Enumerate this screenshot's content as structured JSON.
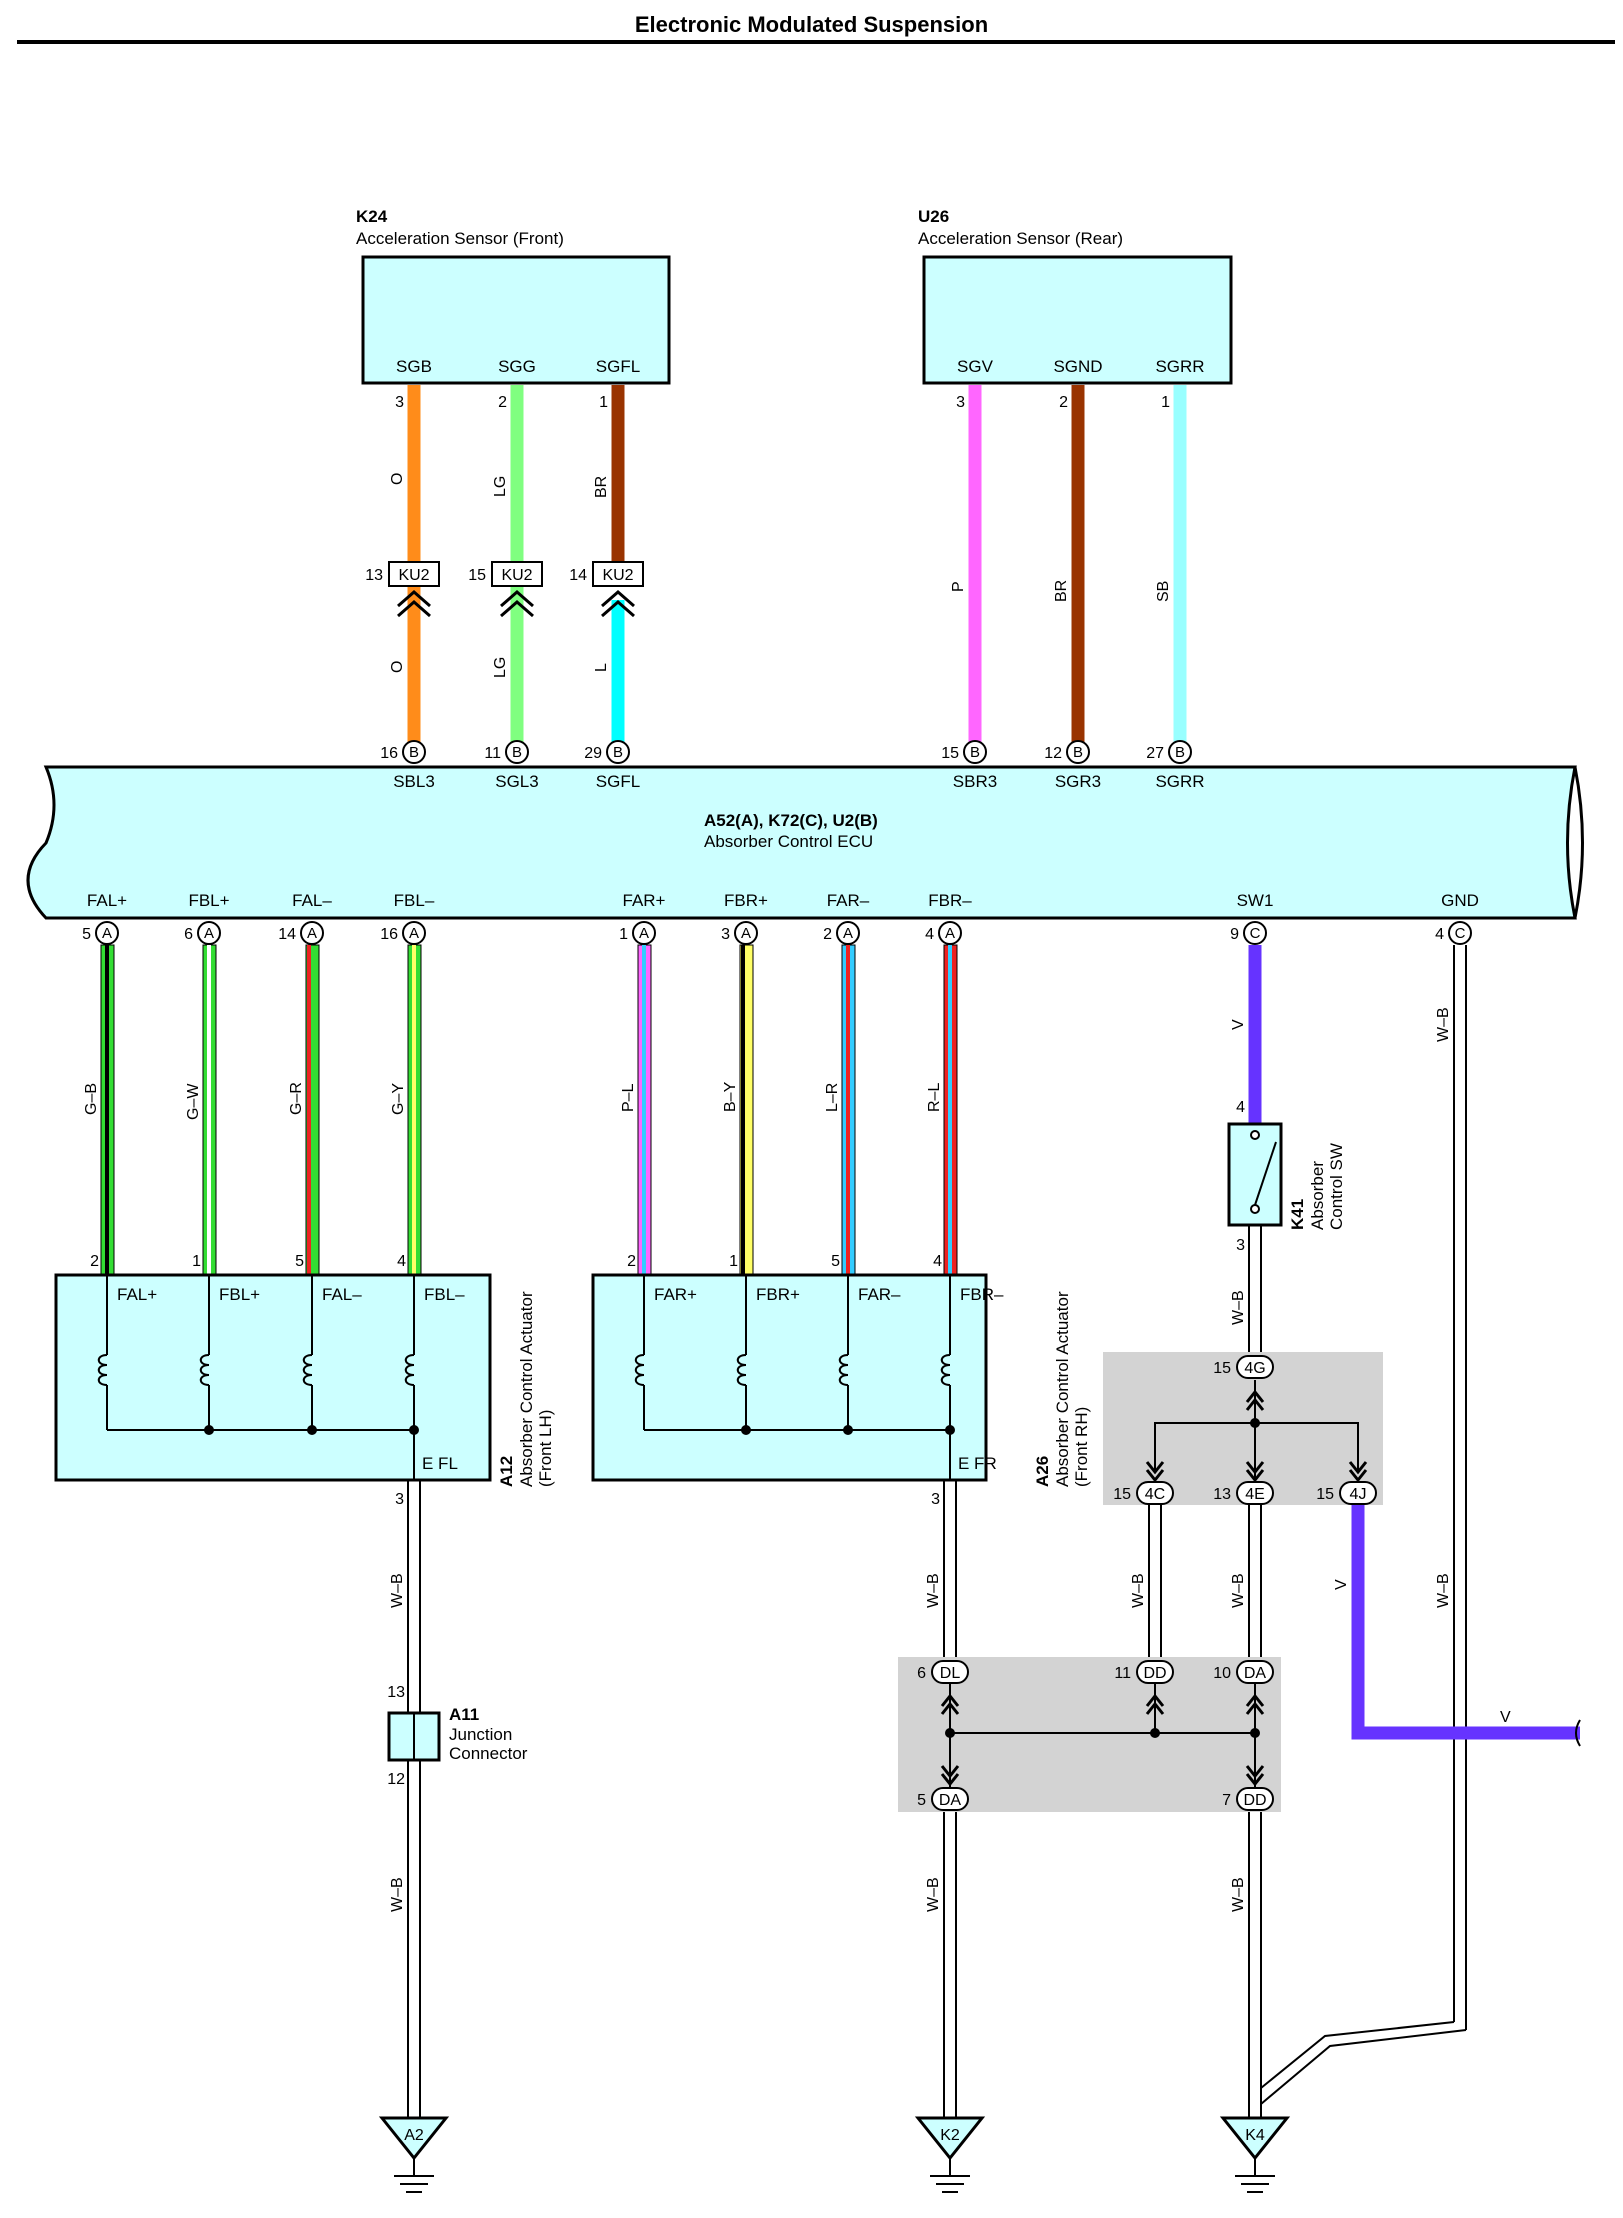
{
  "title": "Electronic Modulated Suspension",
  "colors": {
    "box_fill": "#ccffff",
    "splice_fill": "#d3d3d3",
    "orange": "#ff8c1a",
    "light_green": "#80ff80",
    "brown": "#993300",
    "pink": "#ff66ff",
    "sky": "#99ffff",
    "cyan": "#00ffff",
    "violet": "#6633ff",
    "green": "#33dd33",
    "white": "#ffffff",
    "red": "#ee2222",
    "yellow": "#ffff66",
    "black": "#000000",
    "blue": "#33ccff",
    "purple": "#cc66cc"
  },
  "sensor_front": {
    "code": "K24",
    "name": "Acceleration Sensor (Front)",
    "terminals": [
      {
        "sig": "SGB",
        "pin": "3",
        "wire_top": "O",
        "ku_pin": "13",
        "ku": "KU2",
        "wire_bot": "O",
        "ecu_pin": "16",
        "ecu_conn": "B",
        "ecu_sig": "SBL3"
      },
      {
        "sig": "SGG",
        "pin": "2",
        "wire_top": "LG",
        "ku_pin": "15",
        "ku": "KU2",
        "wire_bot": "LG",
        "ecu_pin": "11",
        "ecu_conn": "B",
        "ecu_sig": "SGL3"
      },
      {
        "sig": "SGFL",
        "pin": "1",
        "wire_top": "BR",
        "ku_pin": "14",
        "ku": "KU2",
        "wire_bot": "L",
        "ecu_pin": "29",
        "ecu_conn": "B",
        "ecu_sig": "SGFL"
      }
    ]
  },
  "sensor_rear": {
    "code": "U26",
    "name": "Acceleration Sensor (Rear)",
    "terminals": [
      {
        "sig": "SGV",
        "pin": "3",
        "wire": "P",
        "ecu_pin": "15",
        "ecu_conn": "B",
        "ecu_sig": "SBR3"
      },
      {
        "sig": "SGND",
        "pin": "2",
        "wire": "BR",
        "ecu_pin": "12",
        "ecu_conn": "B",
        "ecu_sig": "SGR3"
      },
      {
        "sig": "SGRR",
        "pin": "1",
        "wire": "SB",
        "ecu_pin": "27",
        "ecu_conn": "B",
        "ecu_sig": "SGRR"
      }
    ]
  },
  "ecu": {
    "code": "A52(A), K72(C), U2(B)",
    "name": "Absorber Control ECU",
    "bottom_pins": [
      {
        "sig": "FAL+",
        "pin": "5",
        "conn": "A",
        "wire": "G–B",
        "act_pin": "2"
      },
      {
        "sig": "FBL+",
        "pin": "6",
        "conn": "A",
        "wire": "G–W",
        "act_pin": "1"
      },
      {
        "sig": "FAL–",
        "pin": "14",
        "conn": "A",
        "wire": "G–R",
        "act_pin": "5"
      },
      {
        "sig": "FBL–",
        "pin": "16",
        "conn": "A",
        "wire": "G–Y",
        "act_pin": "4"
      },
      {
        "sig": "FAR+",
        "pin": "1",
        "conn": "A",
        "wire": "P–L",
        "act_pin": "2"
      },
      {
        "sig": "FBR+",
        "pin": "3",
        "conn": "A",
        "wire": "B–Y",
        "act_pin": "1"
      },
      {
        "sig": "FAR–",
        "pin": "2",
        "conn": "A",
        "wire": "L–R",
        "act_pin": "5"
      },
      {
        "sig": "FBR–",
        "pin": "4",
        "conn": "A",
        "wire": "R–L",
        "act_pin": "4"
      },
      {
        "sig": "SW1",
        "pin": "9",
        "conn": "C",
        "wire": "V"
      },
      {
        "sig": "GND",
        "pin": "4",
        "conn": "C",
        "wire": "W–B"
      }
    ]
  },
  "actuator_lh": {
    "code": "A12",
    "line1": "Absorber Control Actuator",
    "line2": "(Front LH)",
    "terms": [
      "FAL+",
      "FBL+",
      "FAL–",
      "FBL–"
    ],
    "ground_term": "E FL",
    "ground_pin": "3"
  },
  "actuator_rh": {
    "code": "A26",
    "line1": "Absorber Control Actuator",
    "line2": "(Front RH)",
    "terms": [
      "FAR+",
      "FBR+",
      "FAR–",
      "FBR–"
    ],
    "ground_term": "E FR",
    "ground_pin": "3"
  },
  "switch": {
    "code": "K41",
    "line1": "Absorber",
    "line2": "Control SW",
    "pin_top": "4",
    "pin_bot": "3"
  },
  "junction": {
    "code": "A11",
    "line1": "Junction",
    "line2": "Connector",
    "pin_top": "13",
    "pin_bot": "12"
  },
  "splice_upper": {
    "in": {
      "pin": "15",
      "id": "4G"
    },
    "out": [
      {
        "pin": "15",
        "id": "4C"
      },
      {
        "pin": "13",
        "id": "4E"
      },
      {
        "pin": "15",
        "id": "4J"
      }
    ]
  },
  "splice_lower": {
    "in": [
      {
        "pin": "6",
        "id": "DL"
      },
      {
        "pin": "11",
        "id": "DD"
      },
      {
        "pin": "10",
        "id": "DA"
      }
    ],
    "out": [
      {
        "pin": "5",
        "id": "DA"
      },
      {
        "pin": "7",
        "id": "DD"
      }
    ]
  },
  "wire_labels": {
    "wb": "W–B",
    "v": "V"
  },
  "grounds": [
    "A2",
    "K2",
    "K4"
  ]
}
